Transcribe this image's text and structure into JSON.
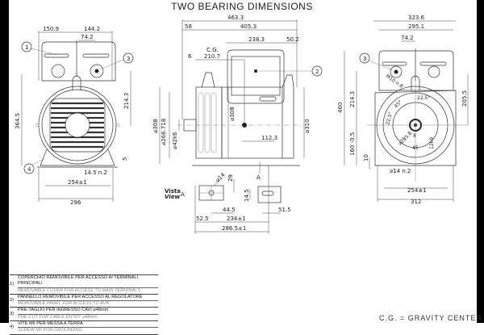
{
  "title": "TWO BEARING DIMENSIONS",
  "left_view": {
    "dims": [
      "150.9",
      "144.2",
      "74.2",
      "364.5",
      "214.3",
      "5",
      "14.5 n.2",
      "254±1",
      "296",
      "⌀308"
    ],
    "callouts": [
      "1",
      "3",
      "4"
    ]
  },
  "side_view": {
    "dims": [
      "463.3",
      "58",
      "405.3",
      "238.3",
      "50.2",
      "C.G.",
      "210.7",
      "6",
      "⌀266.718",
      "⌀42k6",
      "⌀308",
      "⌀310",
      "112.3",
      "A"
    ],
    "callouts": [
      "2"
    ]
  },
  "view_a": {
    "label_it": "Vista",
    "label_en": "View",
    "letter": "A",
    "dims": [
      "⌀14",
      "29",
      "14.5",
      "44.5",
      "51.5",
      "52.5",
      "234±1",
      "286.5±1"
    ]
  },
  "right_view": {
    "dims": [
      "323.6",
      "295.1",
      "74.2",
      "460",
      "214.3",
      "160 -0.5",
      "10",
      "205.5",
      "M10 n.8",
      "22.5°",
      "45°",
      "22.5°",
      "⌀285.8",
      "8",
      "45",
      "12h9",
      "⌀14 n.2",
      "254±1",
      "312"
    ],
    "callouts": [
      "3"
    ]
  },
  "legend": [
    {
      "num": "1)",
      "it": "COPERCHIO REMOVIBILE PER ACCESSO AI TERMINALI PRINCIPALI",
      "en": "REMOVABLE COVER FOR ACCESS TO MAIN TERMINALS"
    },
    {
      "num": "2)",
      "it": "PANNELLO REMOVIBILE PER ACCESSO AL REGOLATORE",
      "en": "REMOVABLE PANEL FOR ACCESS TO AVR"
    },
    {
      "num": "3)",
      "it": "PRE-TAGLIO PER INGRESSO CAVI ⌀48mm",
      "en": "PRE-CUT FOR CABLE ENTRY ⌀48mm"
    },
    {
      "num": "4)",
      "it": "VITE M6 PER MESSA A TERRA",
      "en": "SCREW M6 FOR GROUNDING"
    }
  ],
  "gravity_note": "C.G. = GRAVITY CENTER"
}
